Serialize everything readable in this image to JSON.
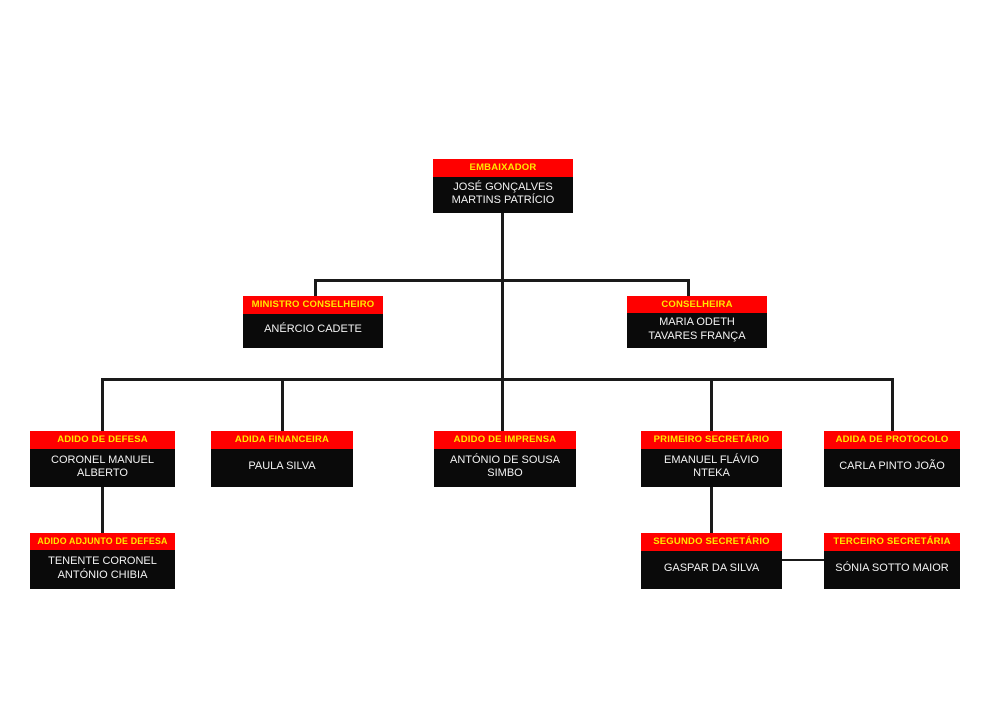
{
  "chart_title": "",
  "colors": {
    "header_red": "#FF0000",
    "header_text_yellow": "#FFE600",
    "body_black": "#0A0A0A",
    "body_text": "#F2F2F2",
    "connector": "#1A1A1A",
    "background": "#FFFFFF"
  },
  "nodes": {
    "embaixador": {
      "title": "EMBAIXADOR",
      "name": "JOSÉ GONÇALVES\nMARTINS PATRÍCIO"
    },
    "ministro": {
      "title": "MINISTRO CONSELHEIRO",
      "name": "ANÉRCIO CADETE"
    },
    "conselheira": {
      "title": "CONSELHEIRA",
      "name": "MARIA ODETH\nTAVARES FRANÇA"
    },
    "adido_defesa": {
      "title": "ADIDO DE DEFESA",
      "name": "CORONEL MANUEL\nALBERTO"
    },
    "adida_financeira": {
      "title": "ADIDA FINANCEIRA",
      "name": "PAULA SILVA"
    },
    "adido_imprensa": {
      "title": "ADIDO DE IMPRENSA",
      "name": "ANTÓNIO DE SOUSA\nSIMBO"
    },
    "primeiro_sec": {
      "title": "PRIMEIRO SECRETÁRIO",
      "name": "EMANUEL FLÁVIO NTEKA"
    },
    "adida_protocolo": {
      "title": "ADIDA DE PROTOCOLO",
      "name": "CARLA PINTO JOÃO"
    },
    "adido_adjunto": {
      "title": "ADIDO ADJUNTO DE DEFESA",
      "name": "TENENTE CORONEL\nANTÓNIO CHIBIA"
    },
    "segundo_sec": {
      "title": "SEGUNDO SECRETÁRIO",
      "name": "GASPAR DA SILVA"
    },
    "terceiro_sec": {
      "title": "TERCEIRO SECRETÁRIA",
      "name": "SÓNIA SOTTO MAIOR"
    }
  }
}
